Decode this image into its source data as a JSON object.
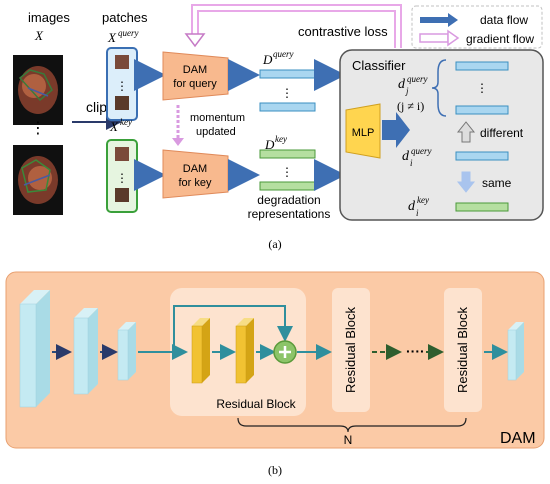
{
  "panel_a": {
    "col_images": "images",
    "var_images": "X",
    "col_patches": "patches",
    "var_query": "X",
    "sup_query": "query",
    "var_key": "X",
    "sup_key": "key",
    "clip_label": "clip",
    "dam_query_1": "DAM",
    "dam_query_2": "for query",
    "dam_key_1": "DAM",
    "dam_key_2": "for key",
    "momentum_1": "momentum",
    "momentum_2": "updated",
    "d_query": "D",
    "d_query_sup": "query",
    "d_key": "D",
    "d_key_sup": "key",
    "degradation_1": "degradation",
    "degradation_2": "representations",
    "contrastive_loss": "contrastive loss",
    "legend_data_flow": "data flow",
    "legend_gradient_flow": "gradient flow",
    "classifier": "Classifier",
    "mlp": "MLP",
    "dj_sub": "j",
    "dj_sup": "query",
    "j_neq_i": "(j ≠ i)",
    "di_sub": "i",
    "di_sup": "query",
    "dik_sub": "i",
    "dik_sup": "key",
    "d_letter": "d",
    "ellipsis": "⋮",
    "different": "different",
    "same": "same",
    "caption": "(a)"
  },
  "panel_b": {
    "residual_block_label": "Residual Block",
    "rb_vertical_1": "Residual Block",
    "rb_vertical_2": "Residual Block",
    "dots": "····",
    "n_label": "N",
    "dam_label": "DAM",
    "caption": "(b)"
  },
  "colors": {
    "dam_box": "#f8b98e",
    "dam_panel": "#fbcaa6",
    "classifier_bg": "#e8e8e8",
    "arrow_blue": "#3e6fb3",
    "gradient_pink": "#e8a8e8",
    "mlp": "#ffd54f",
    "query_vec": "#a9d6f0",
    "key_vec": "#b5dfa0",
    "residual_conv": "#f1c232",
    "teal_arrow": "#2f8f9d",
    "dark_green_arrow": "#2e5e2e"
  }
}
